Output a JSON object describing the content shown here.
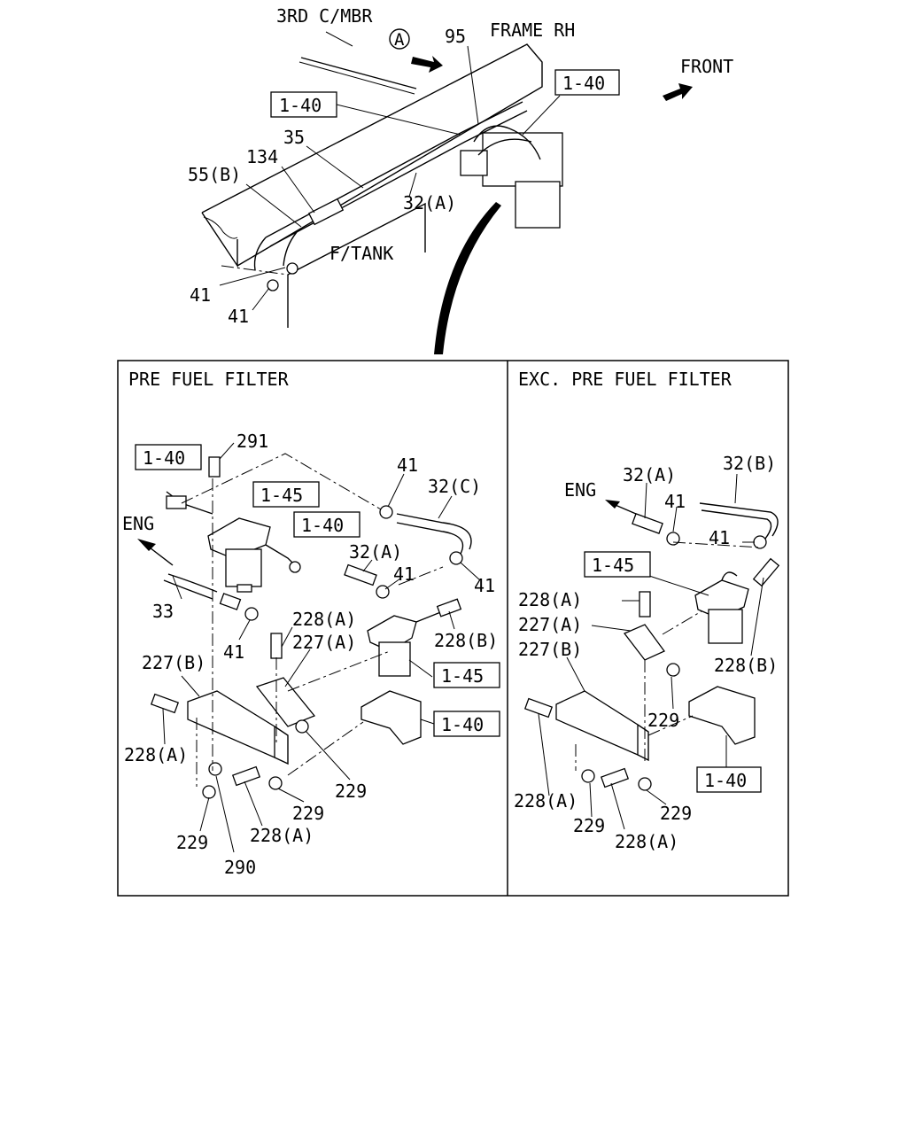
{
  "top": {
    "crossmember": "3RD C/MBR",
    "frame": "FRAME RH",
    "front": "FRONT",
    "fuel_tank": "F/TANK",
    "view_marker": "A",
    "ref_95": "95",
    "ref_35": "35",
    "ref_134": "134",
    "ref_55b": "55(B)",
    "ref_32a": "32(A)",
    "ref_41a": "41",
    "ref_41b": "41",
    "box_140_left": "1-40",
    "box_140_right": "1-40"
  },
  "left_panel": {
    "title": "PRE FUEL FILTER",
    "eng": "ENG",
    "box_140_a": "1-40",
    "box_145_a": "1-45",
    "box_140_b": "1-40",
    "box_145_b": "1-45",
    "box_140_c": "1-40",
    "ref_291": "291",
    "ref_41_a": "41",
    "ref_32c": "32(C)",
    "ref_32a": "32(A)",
    "ref_41_b": "41",
    "ref_41_c": "41",
    "ref_41_d": "41",
    "ref_33": "33",
    "ref_228a_1": "228(A)",
    "ref_227a": "227(A)",
    "ref_228b": "228(B)",
    "ref_227b": "227(B)",
    "ref_228a_2": "228(A)",
    "ref_229_1": "229",
    "ref_229_2": "229",
    "ref_229_3": "229",
    "ref_228a_3": "228(A)",
    "ref_290": "290"
  },
  "right_panel": {
    "title": "EXC. PRE FUEL FILTER",
    "eng": "ENG",
    "box_145": "1-45",
    "box_140": "1-40",
    "ref_32a": "32(A)",
    "ref_32b": "32(B)",
    "ref_41_a": "41",
    "ref_41_b": "41",
    "ref_228a_1": "228(A)",
    "ref_227a": "227(A)",
    "ref_227b": "227(B)",
    "ref_228b": "228(B)",
    "ref_229_1": "229",
    "ref_228a_2": "228(A)",
    "ref_229_2": "229",
    "ref_229_3": "229",
    "ref_228a_3": "228(A)"
  }
}
